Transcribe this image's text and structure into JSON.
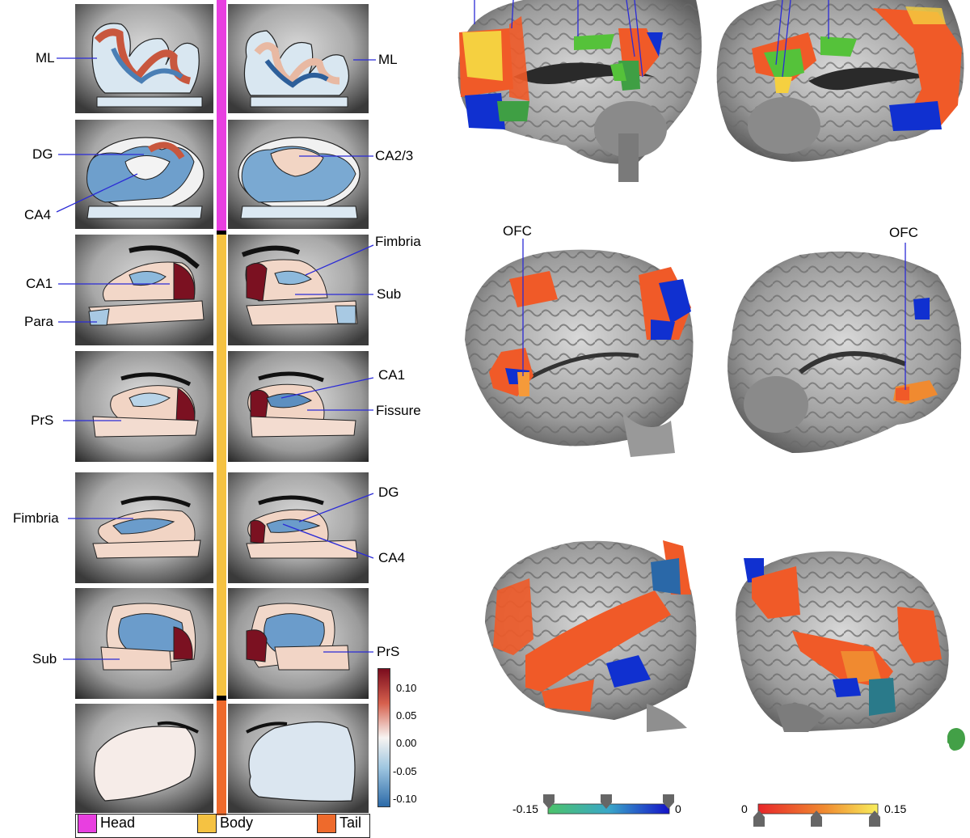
{
  "left_labels": {
    "row1_left": "ML",
    "row1_right": "ML",
    "row2_left_a": "DG",
    "row2_left_b": "CA4",
    "row2_right": "CA2/3",
    "row3_left_a": "CA1",
    "row3_left_b": "Para",
    "row3_right_a": "Fimbria",
    "row3_right_b": "Sub",
    "row4_left": "PrS",
    "row4_right_a": "CA1",
    "row4_right_b": "Fissure",
    "row5_left": "Fimbria",
    "row5_right_a": "DG",
    "row5_right_b": "CA4",
    "row6_left": "Sub",
    "row6_right": "PrS"
  },
  "segment_legend": [
    {
      "label": "Head",
      "color": "#e83fe0"
    },
    {
      "label": "Body",
      "color": "#f5c242"
    },
    {
      "label": "Tail",
      "color": "#ee6a2c"
    }
  ],
  "colorbar_left": {
    "ticks": [
      "0.10",
      "0.05",
      "0.00",
      "-0.05",
      "-0.10"
    ],
    "colors": [
      "#7a0c1d",
      "#d6604d",
      "#f7f4f2",
      "#9ec6e0",
      "#2c6aa8"
    ]
  },
  "ofc_labels": {
    "left": "OFC",
    "right": "OFC"
  },
  "colorbar_green_blue": {
    "min": "-0.15",
    "max": "0"
  },
  "colorbar_red_yellow": {
    "min": "0",
    "max": "0.15"
  },
  "accent_colors": {
    "line": "#2b2bd6",
    "orange": "#f05a28",
    "blue": "#1030d0",
    "green": "#55c23a",
    "yellow": "#f5d040"
  }
}
